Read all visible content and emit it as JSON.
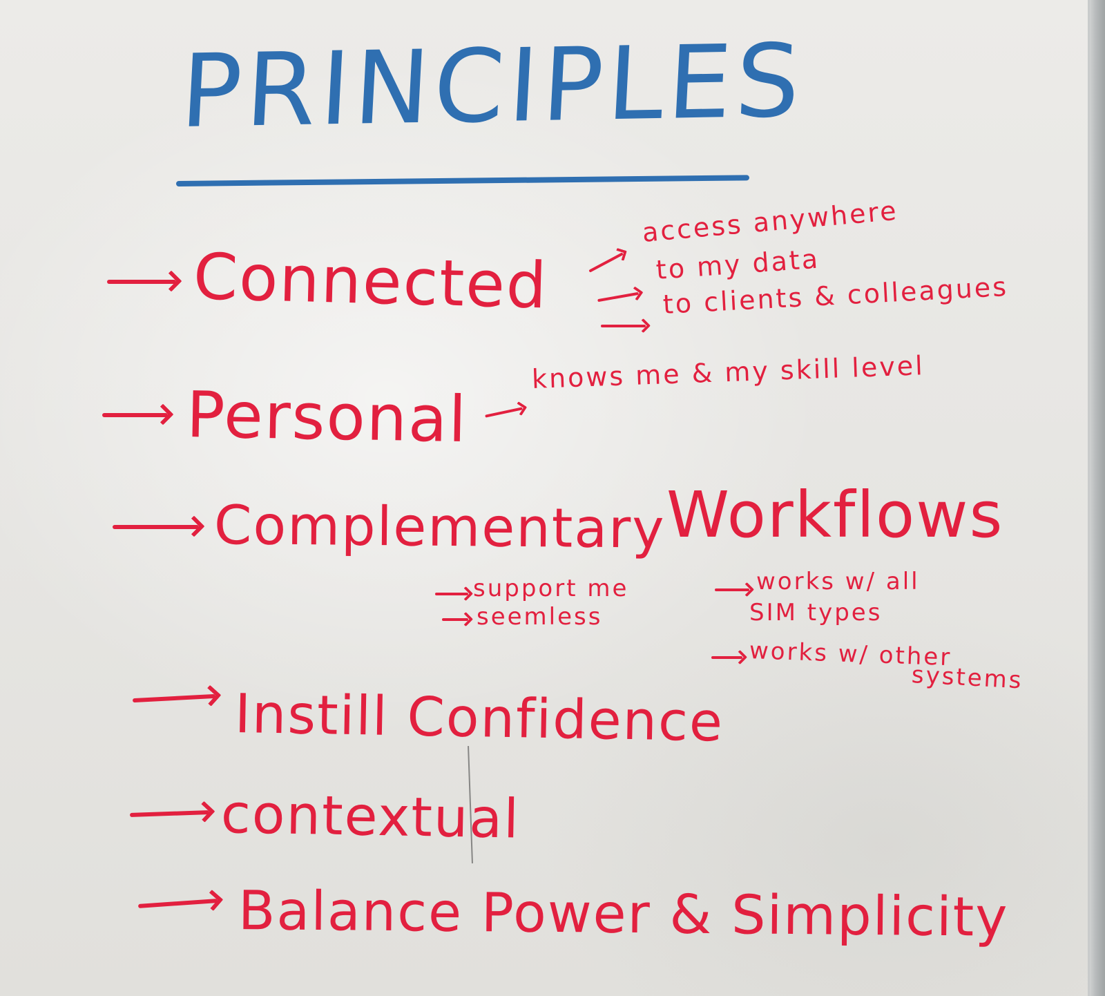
{
  "title": "PRINCIPLES",
  "colors": {
    "title_ink": "#2f6fb1",
    "item_ink": "#e2203f",
    "board": "#e9e8e5"
  },
  "items": [
    {
      "label": "Connected",
      "notes": [
        "access anywhere",
        "to my data",
        "to clients & colleagues"
      ]
    },
    {
      "label": "Personal",
      "notes": [
        "knows me & my skill level"
      ]
    },
    {
      "label": "Complementary",
      "extra": "Workflows",
      "notes_left": [
        "support me",
        "seemless"
      ],
      "notes_right": [
        "works w/ all",
        "SIM types",
        "works w/ other",
        "systems"
      ]
    },
    {
      "label": "Instill Confidence"
    },
    {
      "label": "contextual"
    },
    {
      "label": "Balance Power & Simplicity"
    }
  ]
}
